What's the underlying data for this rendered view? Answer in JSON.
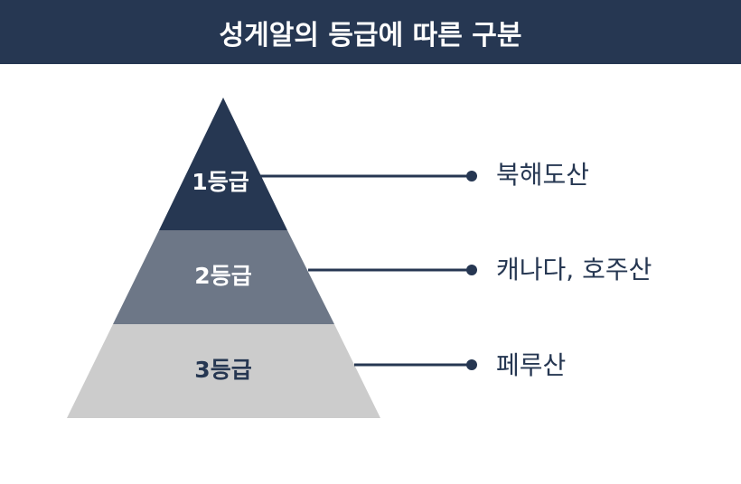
{
  "header": {
    "title": "성게알의 등급에 따른 구분"
  },
  "colors": {
    "header_bg": "#263752",
    "tier1": "#263752",
    "tier2": "#6D7787",
    "tier3": "#CCCCCC",
    "connector": "#263752"
  },
  "tiers": [
    {
      "label": "1등급",
      "origin": "북해도산"
    },
    {
      "label": "2등급",
      "origin": "캐나다, 호주산"
    },
    {
      "label": "3등급",
      "origin": "페루산"
    }
  ]
}
